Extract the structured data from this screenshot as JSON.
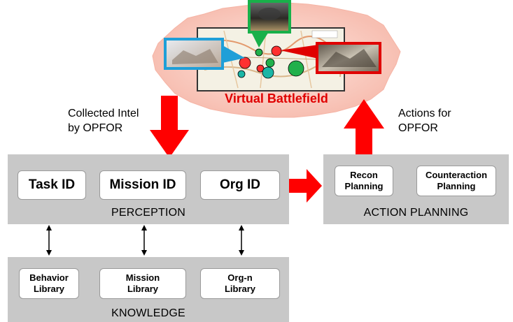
{
  "battlefield": {
    "title": "Virtual Battlefield",
    "title_color": "#e00000",
    "glow_color": "#fbd1c8",
    "callout_colors": {
      "left": "#1f9fd8",
      "top": "#19b04a",
      "right": "#e00000"
    }
  },
  "arrows": {
    "color": "#ff0000",
    "in_label": "Collected Intel\nby OPFOR",
    "out_label": "Actions for\nOPFOR"
  },
  "perception": {
    "label": "PERCEPTION",
    "boxes": [
      "Task ID",
      "Mission ID",
      "Org ID"
    ]
  },
  "action_planning": {
    "label": "ACTION PLANNING",
    "boxes": [
      "Recon\nPlanning",
      "Counteraction\nPlanning"
    ]
  },
  "knowledge": {
    "label": "KNOWLEDGE",
    "boxes": [
      "Behavior\nLibrary",
      "Mission\nLibrary",
      "Org-n\nLibrary"
    ]
  }
}
